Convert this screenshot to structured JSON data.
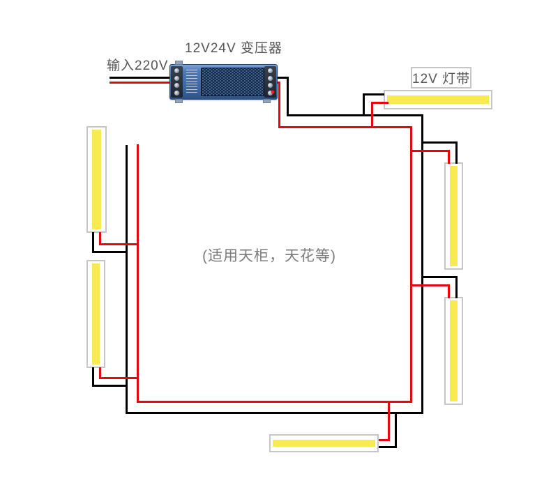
{
  "labels": {
    "transformer_label": "12V24V 变压器",
    "input_label": "输入220V",
    "strip_label": "12V 灯带",
    "note_label": "(适用天柜，天花等)"
  },
  "colors": {
    "wire_red": "#e60613",
    "wire_black": "#000000",
    "strip_yellow": "#f9ea52",
    "strip_border": "#c6c6c6",
    "mesh_navy": "#0d1828",
    "label_text": "#555555",
    "note_text": "#7b7b7b"
  },
  "components": {
    "transformer": {
      "type": "12V/24V LED power supply",
      "input_voltage": "220V",
      "output_wire_colors": [
        "black",
        "red"
      ]
    },
    "led_strips": [
      {
        "id": "top",
        "orientation": "horizontal"
      },
      {
        "id": "right-upper",
        "orientation": "vertical"
      },
      {
        "id": "right-lower",
        "orientation": "vertical"
      },
      {
        "id": "bottom",
        "orientation": "horizontal"
      },
      {
        "id": "left-upper",
        "orientation": "vertical"
      },
      {
        "id": "left-lower",
        "orientation": "vertical"
      }
    ]
  }
}
